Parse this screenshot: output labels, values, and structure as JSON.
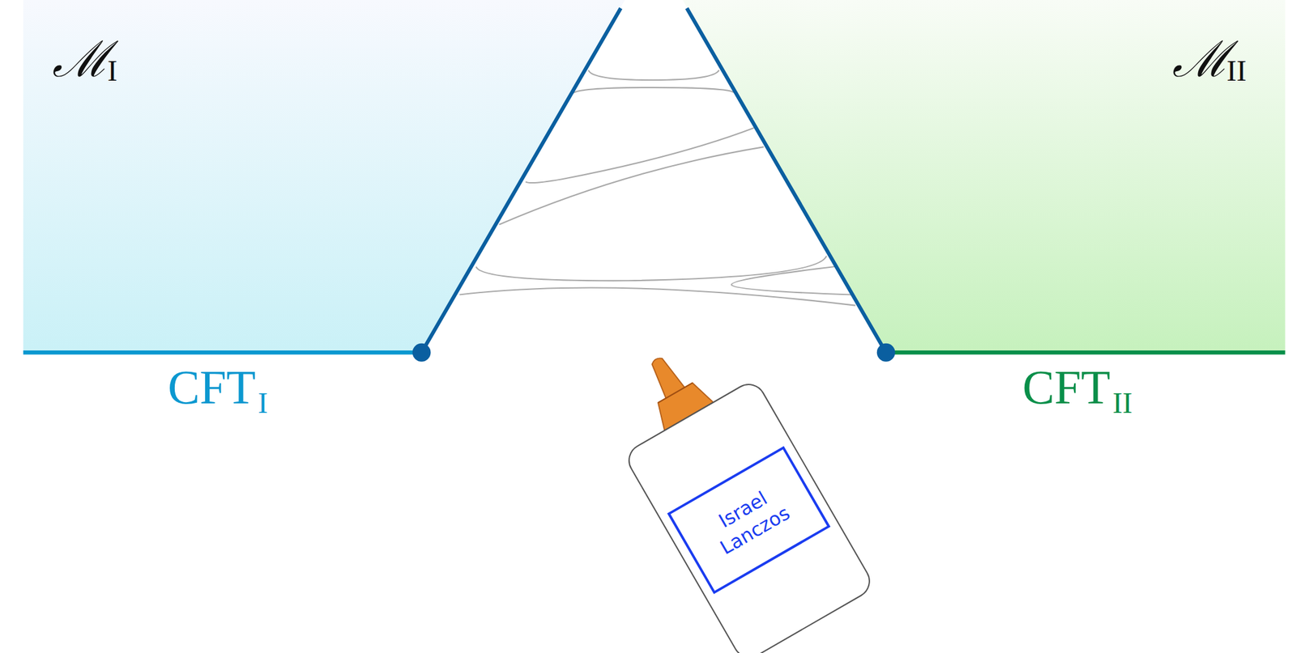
{
  "diagram": {
    "labels": [
      "ℳ",
      "I",
      "ℳ",
      "II",
      "CFT",
      "I",
      "CFT",
      "II",
      "Israel Lanczos"
    ]
  }
}
